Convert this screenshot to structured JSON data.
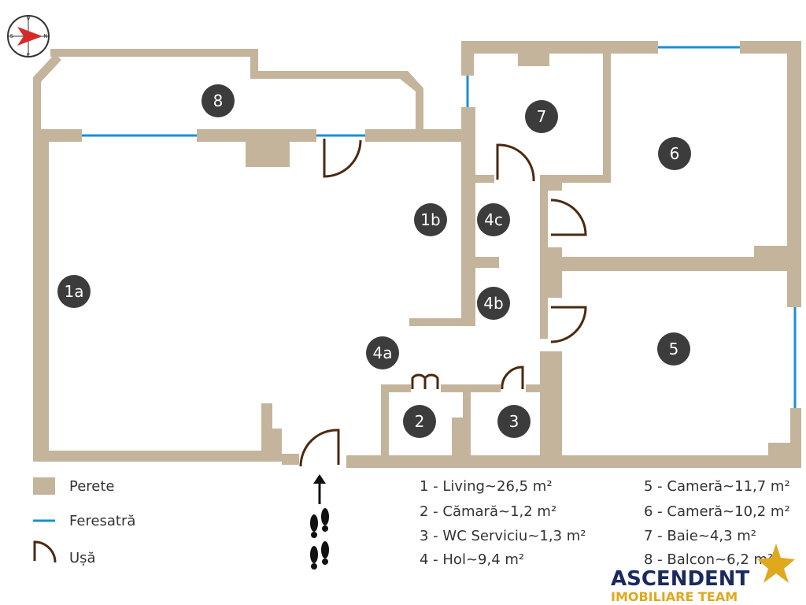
{
  "colors": {
    "wall": "#c4b49c",
    "window": "#1a8fd0",
    "door": "#4a2a10",
    "badge": "#3c3c3c",
    "badge_text": "#ffffff",
    "brand_blue": "#1b2a5e",
    "brand_gold": "#e0a81c"
  },
  "compass": {
    "north": "N",
    "south": "S",
    "east": "E",
    "west": "V"
  },
  "rooms": [
    {
      "id": "1a",
      "label": "1a"
    },
    {
      "id": "1b",
      "label": "1b"
    },
    {
      "id": "2",
      "label": "2"
    },
    {
      "id": "3",
      "label": "3"
    },
    {
      "id": "4a",
      "label": "4a"
    },
    {
      "id": "4b",
      "label": "4b"
    },
    {
      "id": "4c",
      "label": "4c"
    },
    {
      "id": "5",
      "label": "5"
    },
    {
      "id": "6",
      "label": "6"
    },
    {
      "id": "7",
      "label": "7"
    },
    {
      "id": "8",
      "label": "8"
    }
  ],
  "legend": {
    "wall": "Perete",
    "window": "Feresatră",
    "door": "Ușă"
  },
  "areas": [
    "1 - Living~26,5 m²",
    "2 - Cămară~1,2 m²",
    "3 - WC Serviciu~1,3 m²",
    "4 - Hol~9,4 m²",
    "5 - Cameră~11,7 m²",
    "6 - Cameră~10,2 m²",
    "7 - Baie~4,3 m²",
    "8 - Balcon~6,2 m²"
  ],
  "brand": {
    "name": "ASCENDENT",
    "tagline": "IMOBILIARE TEAM"
  },
  "icons": {
    "compass": "compass-icon",
    "entrance": "arrow-up-icon",
    "footsteps": "footsteps-icon",
    "brand_star": "star-icon"
  }
}
